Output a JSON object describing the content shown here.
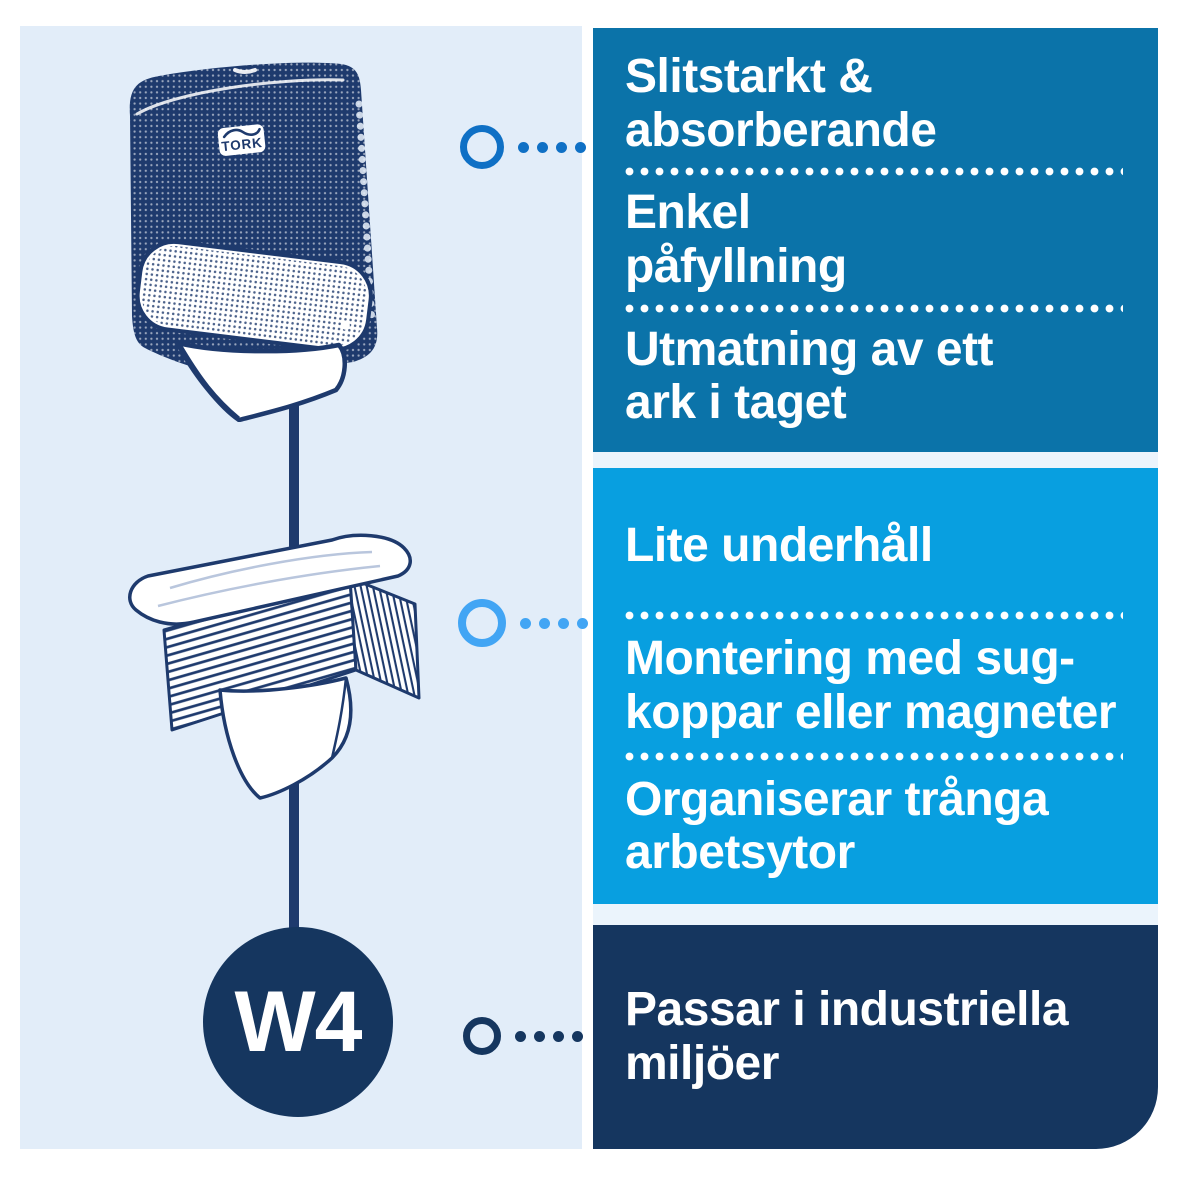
{
  "brand": {
    "logo_text": "TORK",
    "badge_label": "W4"
  },
  "colors": {
    "page_bg": "#ffffff",
    "card_bg": "#e2edf9",
    "panel_top_bg": "#0b73a9",
    "panel_middle_bg": "#089fe0",
    "panel_bottom_bg": "#15365f",
    "illustration_ink": "#1e3a6d",
    "connector_top": "#0f70c5",
    "connector_middle": "#42a5f4",
    "connector_bottom": "#15365f",
    "text": "#ffffff"
  },
  "panels": {
    "top": {
      "features": [
        {
          "text": "Slitstarkt &\nabsorberande"
        },
        {
          "text": "Enkel\npåfyllning"
        },
        {
          "text": "Utmatning av ett\nark i taget"
        }
      ]
    },
    "middle": {
      "features": [
        {
          "text": "Lite underhåll"
        },
        {
          "text": "Montering med sug-\nkoppar eller magneter"
        },
        {
          "text": "Organiserar trånga\narbetsytor"
        }
      ]
    },
    "bottom": {
      "features": [
        {
          "text": "Passar i industriella\nmiljöer"
        }
      ]
    }
  },
  "connectors": [
    {
      "icon": "ring-icon",
      "dot_count": 4,
      "color": "#0f70c5"
    },
    {
      "icon": "ring-icon",
      "dot_count": 4,
      "color": "#42a5f4"
    },
    {
      "icon": "ring-icon",
      "dot_count": 4,
      "color": "#15365f"
    }
  ],
  "illustrations": {
    "dispenser": "Navy halftone drawing of a Tork folded-wiper dispenser with a white wiper hanging from the outlet",
    "refill": "Line drawing of a stack of folded paper wipers with one sheet pulled out"
  }
}
